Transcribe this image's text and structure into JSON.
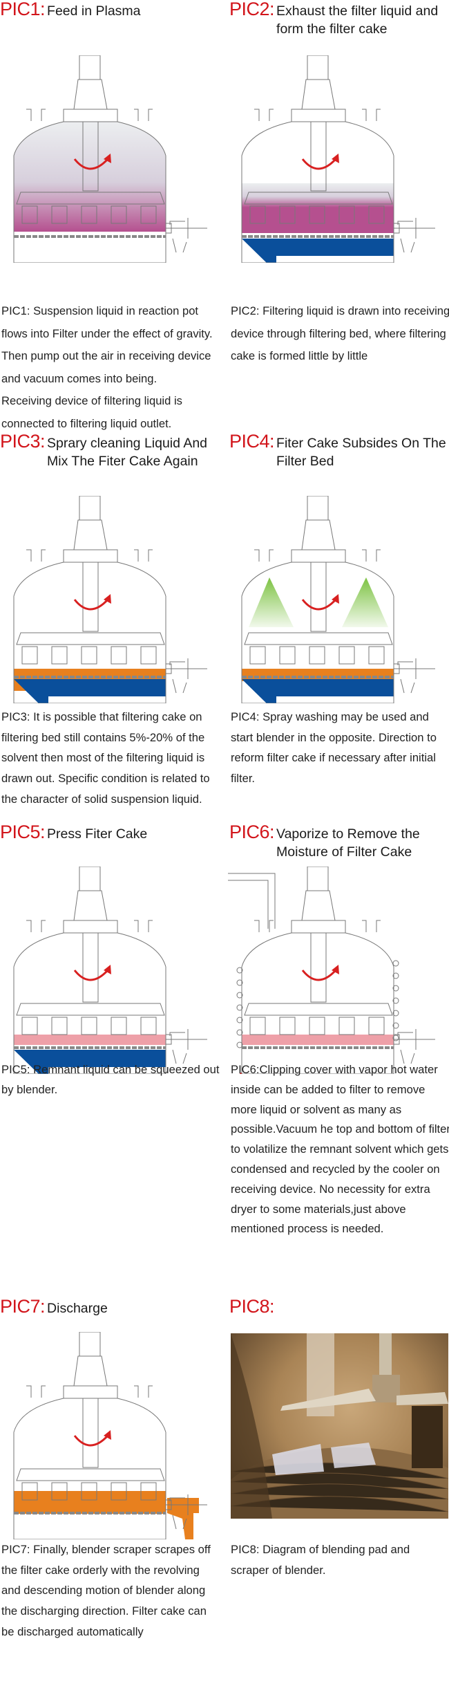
{
  "steps": [
    {
      "label": "PIC1:",
      "title": "Feed in Plasma",
      "text": "PIC1: Suspension liquid in reaction pot flows into Filter under the effect of gravity.\nThen pump out the air in receiving device and vacuum comes into being.\nReceiving device of filtering liquid is connected to filtering liquid outlet."
    },
    {
      "label": "PIC2:",
      "title": "Exhaust the filter liquid and form the filter cake",
      "text": "PIC2: Filtering liquid is drawn into receiving device through filtering bed, where filtering cake is formed little by little"
    },
    {
      "label": "PIC3:",
      "title": "Sprary cleaning Liquid And Mix The Fiter Cake Again",
      "text": "PIC3: It is possible that filtering cake on filtering bed still contains 5%-20% of the solvent then most of the filtering liquid is drawn out. Specific condition is related to the character of solid suspension liquid."
    },
    {
      "label": "PIC4:",
      "title": "Fiter Cake Subsides On The Filter Bed",
      "text": "PIC4: Spray washing may be used and start blender in the opposite. Direction to reform filter cake if necessary after initial filter."
    },
    {
      "label": "PIC5:",
      "title": "Press Fiter Cake",
      "text": "PIC5: Remnant liquid can be squeezed out by blender."
    },
    {
      "label": "PIC6:",
      "title": "Vaporize to Remove the Moisture of Filter Cake",
      "text": "PIC6:Clipping cover with vapor hot water inside can be added to filter to remove more liquid or solvent as many as possible.Vacuum he top and bottom of filter to volatilize the remnant solvent which gets condensed and recycled by the cooler on receiving device. No necessity for extra dryer to some materials,just above mentioned process is needed."
    },
    {
      "label": "PIC7:",
      "title": "Discharge",
      "text": "PIC7: Finally, blender scraper scrapes off the filter cake orderly with the revolving and descending motion of blender along the discharging direction. Filter cake can be discharged automatically"
    },
    {
      "label": "PIC8:",
      "title": "",
      "text": "PIC8: Diagram of blending pad and scraper of blender."
    }
  ],
  "colors": {
    "label": "#d2151b",
    "plasma": "#b5508f",
    "liquid": "#0a4f9b",
    "cake": "#e8801e",
    "pressed_cake": "#eea0a8",
    "spray": "#7cc242",
    "arrow": "#d82020"
  }
}
